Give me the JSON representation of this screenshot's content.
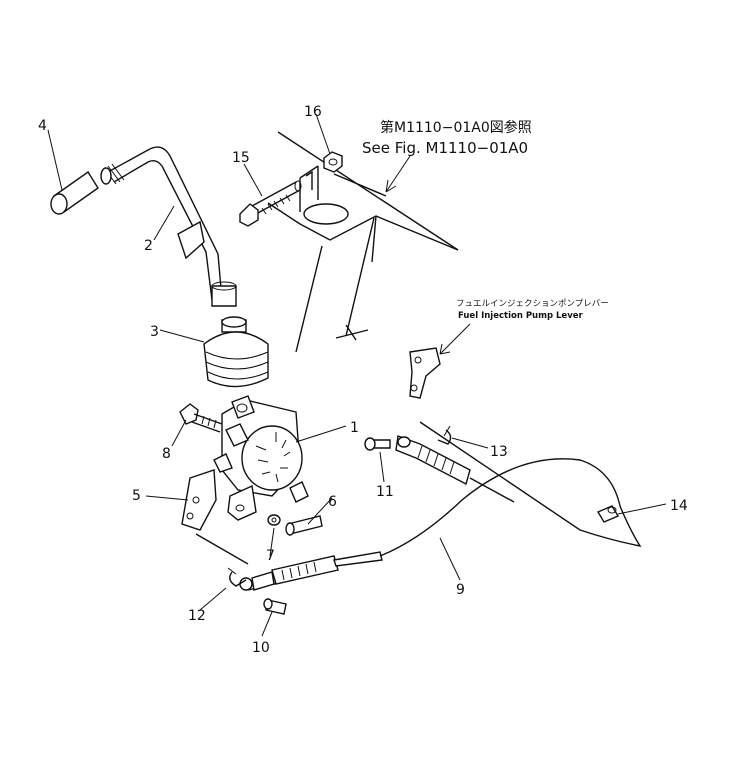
{
  "callouts": {
    "c1": "1",
    "c2": "2",
    "c3": "3",
    "c4": "4",
    "c5": "5",
    "c6": "6",
    "c7": "7",
    "c8": "8",
    "c9": "9",
    "c10": "10",
    "c11": "11",
    "c12": "12",
    "c13": "13",
    "c14": "14",
    "c15": "15",
    "c16": "16"
  },
  "reference": {
    "jp": "第M1110−01A0図参照",
    "en": "See Fig. M1110−01A0"
  },
  "pump_lever": {
    "jp": "フュエルインジェクションポンプレバー",
    "en": "Fuel Injection Pump Lever"
  }
}
